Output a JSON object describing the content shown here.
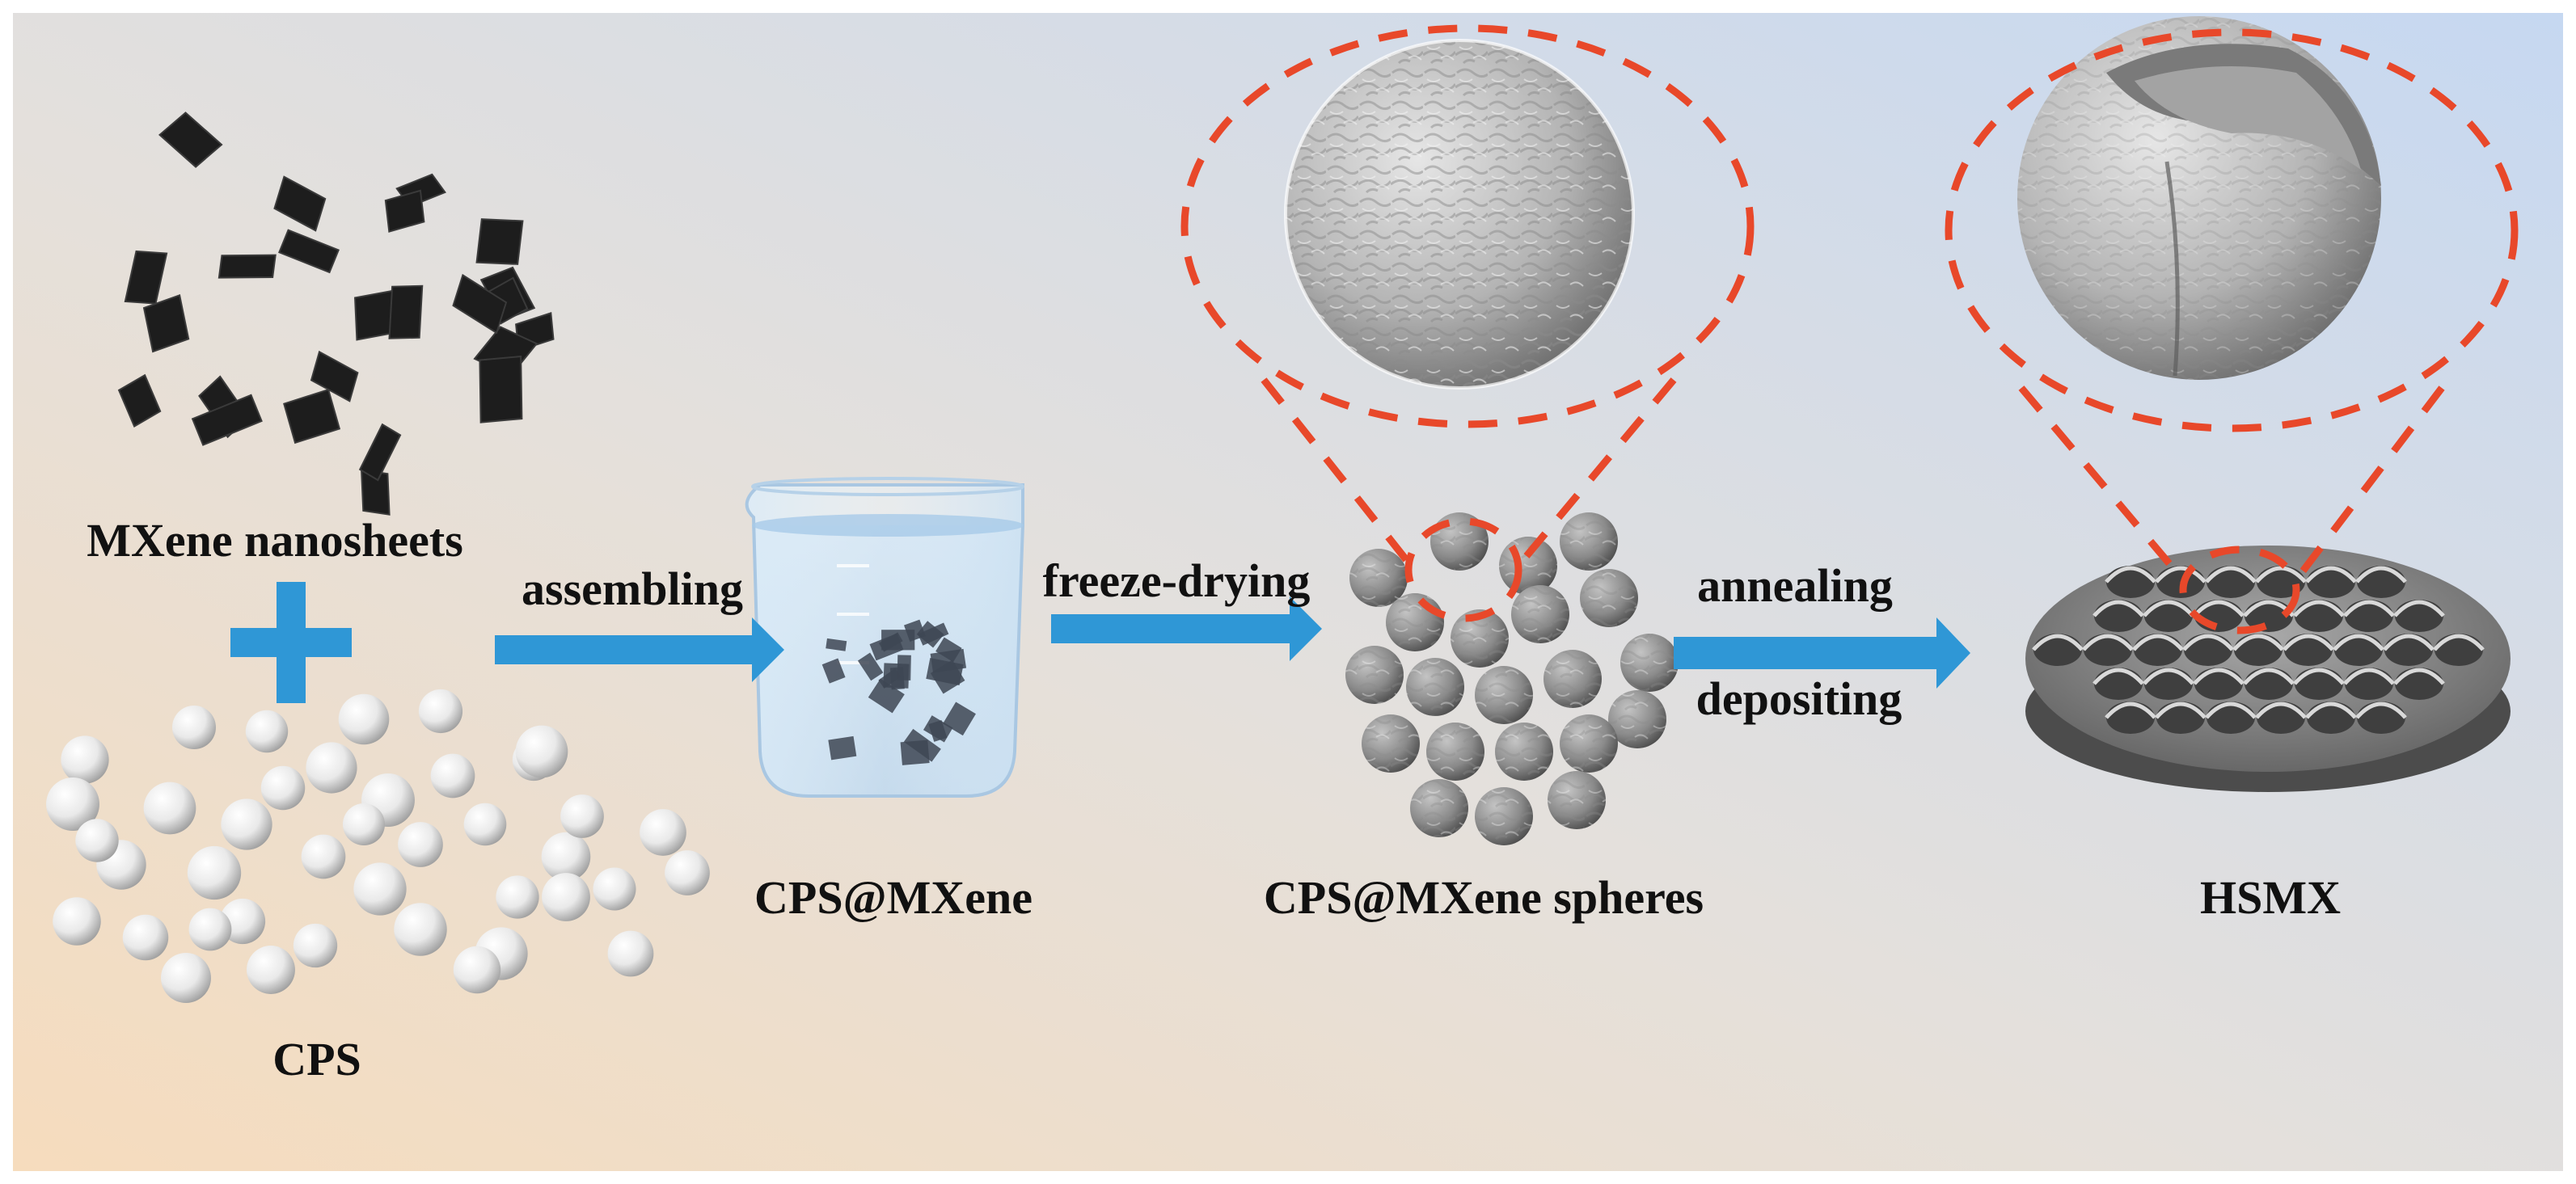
{
  "labels": {
    "mxene_nanosheets": "MXene nanosheets",
    "cps": "CPS",
    "cps_mxene": "CPS@MXene",
    "cps_mxene_spheres": "CPS@MXene spheres",
    "hsmx": "HSMX"
  },
  "steps": {
    "assembling": "assembling",
    "freeze_drying": "freeze-drying",
    "annealing": "annealing",
    "depositing": "depositing"
  },
  "colors": {
    "arrow": "#2f97d6",
    "plus": "#2f97d6",
    "callout": "#e8482a",
    "flake": "#1d1d1d",
    "sphere_white": "#f2f2f2",
    "sphere_grey": "#8e8e8e"
  },
  "icons": [
    "mxene-flake-icon",
    "plus-icon",
    "white-sphere-icon",
    "beaker-icon",
    "grey-sphere-icon",
    "honeycomb-film-icon",
    "arrow-right-icon"
  ]
}
